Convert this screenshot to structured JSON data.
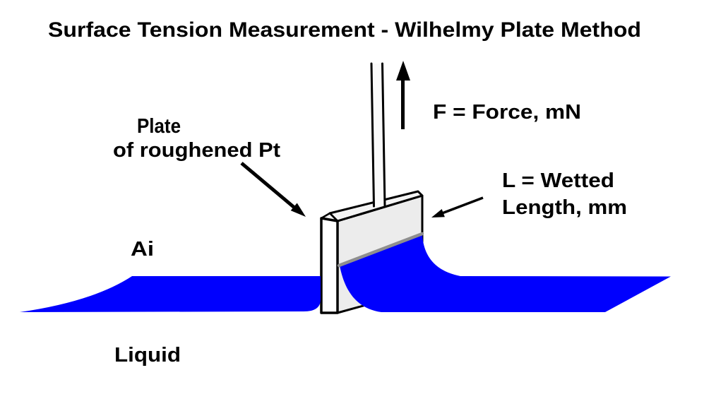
{
  "diagram": {
    "title": "Surface Tension Measurement - Wilhelmy Plate Method",
    "labels": {
      "plate_line1": "Plate",
      "plate_line2": "of roughened Pt",
      "force": "F = Force, mN",
      "wetted_line1": "L = Wetted",
      "wetted_line2": "Length, mm",
      "air": "Ai",
      "liquid": "Liquid"
    },
    "colors": {
      "liquid": "#0000FE",
      "plate_face": "#ECECEC",
      "plate_top": "#F4F4F4",
      "plate_edge": "#FFFFFF",
      "wetted_line": "#8F8F8F",
      "outline": "#000000",
      "background": "#FFFFFF"
    }
  }
}
